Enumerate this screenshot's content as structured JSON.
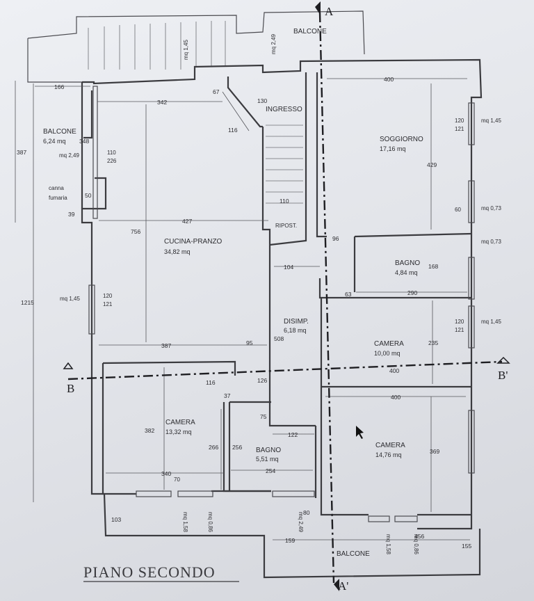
{
  "title": "PIANO SECONDO",
  "sections": {
    "a_top": "A",
    "a_bottom": "A'",
    "b_left": "B",
    "b_right": "B'"
  },
  "rooms": {
    "balcone_top": "BALCONE",
    "balcone_left": "BALCONE",
    "balcone_left_area": "6,24 mq",
    "balcone_bottom": "BALCONE",
    "ingresso": "INGRESSO",
    "soggiorno": "SOGGIORNO",
    "soggiorno_area": "17,16 mq",
    "cucina": "CUCINA-PRANZO",
    "cucina_area": "34,82 mq",
    "ripost": "RIPOST.",
    "bagno1": "BAGNO",
    "bagno1_area": "4,84 mq",
    "disimp": "DISIMP.",
    "disimp_area": "6,18 mq",
    "camera1": "CAMERA",
    "camera1_area": "10,00 mq",
    "camera2": "CAMERA",
    "camera2_area": "13,32 mq",
    "bagno2": "BAGNO",
    "bagno2_area": "5,51 mq",
    "camera3": "CAMERA",
    "camera3_area": "14,76 mq",
    "canna": "canna",
    "fumaria": "fumaria"
  },
  "windows": {
    "w_top_left": "mq 1,45",
    "w_top_mid": "mq 2,49",
    "w_balcone": "mq 2,49",
    "w_cucina": "mq 1,45",
    "w_sogg": "mq 1,45",
    "w_sogg2": "mq 0,73",
    "w_bagno": "mq 0,73",
    "w_cam1": "mq 1,45",
    "w_b1": "mq 1,58",
    "w_b2": "mq 0,86",
    "w_b3": "mq 2,49",
    "w_b4": "mq 1,58",
    "w_b5": "mq 0,86"
  },
  "dims": {
    "d166": "166",
    "d342": "342",
    "d67": "67",
    "d130": "130",
    "d116a": "116",
    "d400a": "400",
    "d387": "387",
    "d348": "348",
    "d50": "50",
    "d39": "39",
    "d427": "427",
    "d756": "756",
    "d110a": "110",
    "d96": "96",
    "d104": "104",
    "d168": "168",
    "d63": "63",
    "d290": "290",
    "d429": "429",
    "d1215": "1215",
    "d387b": "387",
    "d95": "95",
    "d508": "508",
    "d235": "235",
    "d400b": "400",
    "d116b": "116",
    "d126": "126",
    "d37": "37",
    "d400c": "400",
    "d382": "382",
    "d75": "75",
    "d122": "122",
    "d266": "266",
    "d256": "256",
    "d369": "369",
    "d340": "340",
    "d254": "254",
    "d80": "80",
    "d103": "103",
    "d159": "159",
    "d456": "456",
    "d155": "155",
    "f120": "120",
    "f121": "121",
    "f110": "110",
    "f226": "226",
    "f60": "60",
    "f70": "70"
  }
}
